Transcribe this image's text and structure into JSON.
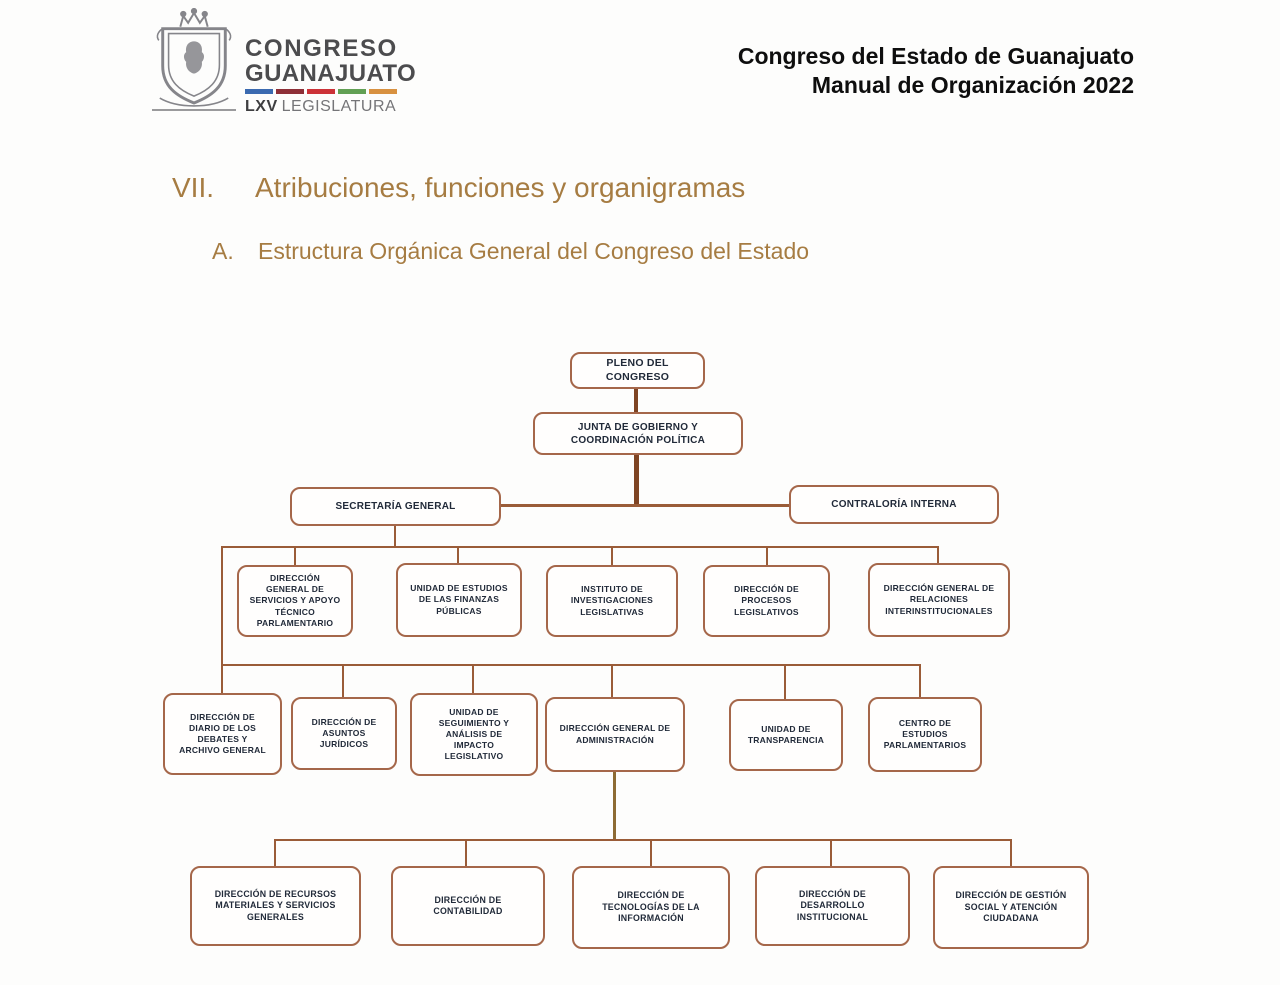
{
  "logo": {
    "org": "CONGRESO",
    "state": "GUANAJUATO",
    "legislature_num": "LXV",
    "legislature_word": "LEGISLATURA",
    "bar_colors": [
      "#3b6ab0",
      "#8e3038",
      "#cc3238",
      "#62a054",
      "#d89140"
    ],
    "shield_icon": "coat-of-arms-guanajuato"
  },
  "header": {
    "title_line1": "Congreso del Estado de Guanajuato",
    "title_line2": "Manual de Organización 2022"
  },
  "headings": {
    "section_number": "VII.",
    "section_title": "Atribuciones, funciones y organigramas",
    "subsection_letter": "A.",
    "subsection_title": "Estructura Orgánica General del Congreso del Estado"
  },
  "org_chart": {
    "pleno": "PLENO DEL CONGRESO",
    "junta": "JUNTA DE GOBIERNO Y COORDINACIÓN POLÍTICA",
    "secretaria": "SECRETARÍA GENERAL",
    "contraloria": "CONTRALORÍA INTERNA",
    "tier2": [
      "DIRECCIÓN GENERAL DE SERVICIOS Y APOYO TÉCNICO PARLAMENTARIO",
      "UNIDAD DE ESTUDIOS DE LAS FINANZAS PÚBLICAS",
      "INSTITUTO DE INVESTIGACIONES LEGISLATIVAS",
      "DIRECCIÓN DE PROCESOS LEGISLATIVOS",
      "DIRECCIÓN GENERAL DE RELACIONES INTERINSTITUCIONALES"
    ],
    "tier3": [
      "DIRECCIÓN DE DIARIO DE LOS DEBATES Y ARCHIVO GENERAL",
      "DIRECCIÓN DE ASUNTOS JURÍDICOS",
      "UNIDAD DE SEGUIMIENTO Y ANÁLISIS DE IMPACTO LEGISLATIVO",
      "DIRECCIÓN GENERAL DE ADMINISTRACIÓN",
      "UNIDAD DE TRANSPARENCIA",
      "CENTRO DE ESTUDIOS PARLAMENTARIOS"
    ],
    "tier4": [
      "DIRECCIÓN DE RECURSOS MATERIALES Y SERVICIOS GENERALES",
      "DIRECCIÓN DE CONTABILIDAD",
      "DIRECCIÓN DE TECNOLOGÍAS DE LA INFORMACIÓN",
      "DIRECCIÓN DE DESARROLLO INSTITUCIONAL",
      "DIRECCIÓN DE GESTIÓN SOCIAL Y ATENCIÓN CIUDADANA"
    ]
  },
  "colors": {
    "box_border": "#a5674a",
    "box_text": "#212a39",
    "connector": "#9a5c38",
    "connector_dark": "#7e4423",
    "heading": "#a67c42",
    "title_text": "#0e0e0e"
  }
}
